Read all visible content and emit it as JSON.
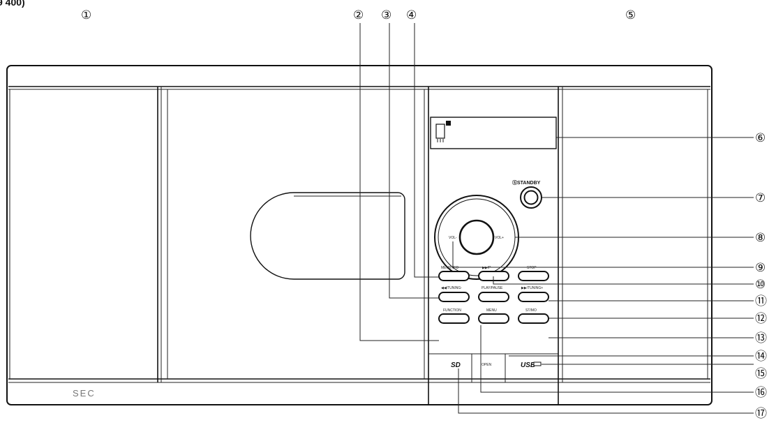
{
  "header_partial": "9 400)",
  "brand": "SEC",
  "standby_label": "ⓈSTANDBY",
  "knob_left_label": "VOL-",
  "knob_right_label": "VOL+",
  "buttons": {
    "mem_info": "MEM/INFO",
    "play_top": "▶▶/P",
    "stop": "STOP",
    "tuning_down": "◀◀/TUNING-",
    "play_pause": "PLAY/PAUSE",
    "tuning_up": "▶▶/TUNING+",
    "function": "FUNCTION",
    "menu": "MENU",
    "sleep": "ST/MO"
  },
  "port_labels": {
    "sd": "SD",
    "open": "OPEN",
    "usb": "USB"
  },
  "callouts": [
    "①",
    "②",
    "③",
    "④",
    "⑤",
    "⑥",
    "⑦",
    "⑧",
    "⑨",
    "⑩",
    "⑪",
    "⑫",
    "⑬",
    "⑭",
    "⑮",
    "⑯",
    "⑰"
  ]
}
